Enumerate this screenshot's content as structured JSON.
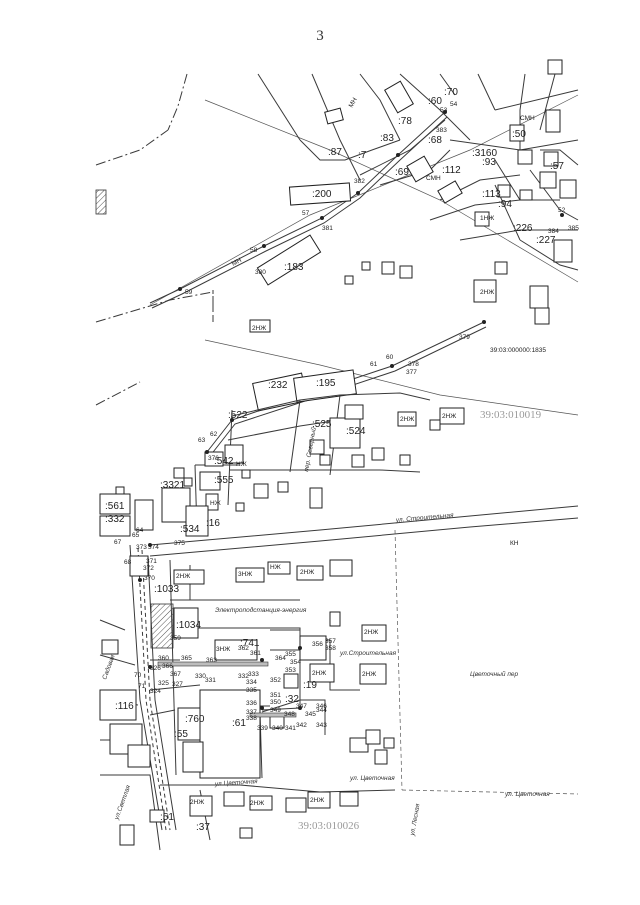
{
  "page_number": "3",
  "parcels": [
    ":70",
    ":60",
    ":78",
    ":83",
    ":87",
    ":7",
    ":69",
    ":68",
    ":3160",
    ":112",
    ":93",
    ":50",
    ":57",
    ":113",
    ":94",
    ":226",
    ":227",
    ":200",
    ":183",
    ":232",
    ":195",
    ":522",
    ":525",
    ":524",
    ":542",
    ":555",
    ":3321",
    ":16",
    ":561",
    ":332",
    ":534",
    ":1033",
    ":1034",
    ":741",
    ":19",
    ":32",
    ":760",
    ":61",
    ":55",
    ":116",
    ":37",
    ":51"
  ],
  "points": [
    "52",
    "53",
    "54",
    "57",
    "58",
    "59",
    "60",
    "61",
    "62",
    "63",
    "64",
    "65",
    "67",
    "68",
    "70",
    "71",
    "361",
    "362",
    "363",
    "364",
    "365",
    "377",
    "378",
    "379",
    "380",
    "381",
    "382",
    "383",
    "384",
    "385",
    "370",
    "371",
    "372",
    "373",
    "374",
    "375",
    "376",
    "324",
    "325",
    "326",
    "327",
    "330",
    "331",
    "332",
    "333",
    "334",
    "335",
    "336",
    "337",
    "338",
    "339",
    "340",
    "341",
    "342",
    "343",
    "344",
    "345",
    "346",
    "347",
    "348",
    "349",
    "350",
    "351",
    "352",
    "353",
    "354",
    "355",
    "356",
    "357",
    "358",
    "359",
    "360",
    "366",
    "367",
    "368",
    "369"
  ],
  "streets": {
    "stroitelnaya_1": "ул. Строительная",
    "stroitelnaya_2": "ул.Строительная",
    "tsvetochny_per": "Цветочный пер",
    "tsvetochnaya_1": "ул.Цветочная",
    "tsvetochnaya_2": "ул. Цветочная",
    "tsvetochnaya_3": "ул. Цветочная",
    "svetlaya": "ул.Светлая",
    "sadovaya": "Садовая",
    "lesnaya": "ул. Лесная",
    "pereulok": "пер. Северный"
  },
  "quarters": {
    "q1": "39:03:010019",
    "q2": "39:03:010026",
    "q3": "39:03:000000:1835"
  },
  "labels": {
    "station": "Электроподстанция-энергия",
    "mn_1": "МН",
    "mn_2": "МН",
    "kn": "КН",
    "nzh": "НЖ",
    "tag_2nzh": "2НЖ",
    "tag_1nzh": "1НЖ",
    "tag_3nzh": "3НЖ",
    "tag_smn": "СМН"
  }
}
